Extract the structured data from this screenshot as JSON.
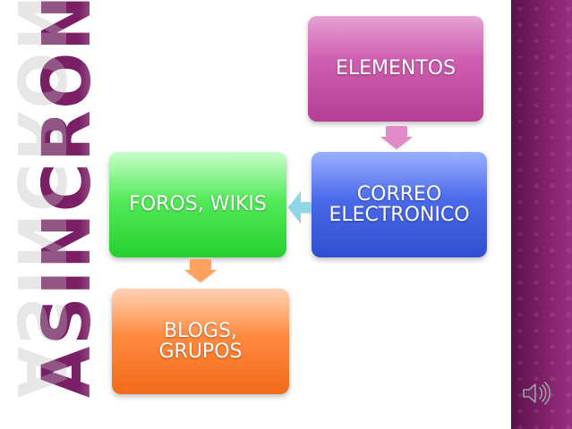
{
  "title_vertical": "ASINCRONI",
  "boxes": {
    "elementos": "ELEMENTOS",
    "correo_line1": "CORREO",
    "correo_line2": "ELECTRONICO",
    "foros": "FOROS, WIKIS",
    "blogs_line1": "BLOGS,",
    "blogs_line2": "GRUPOS"
  },
  "icons": {
    "speaker": "speaker-icon"
  },
  "colors": {
    "title": "#7a1f66",
    "strip": "#7a1d63",
    "elementos": "#c44ea4",
    "correo": "#3f5fe0",
    "foros": "#2fd636",
    "blogs": "#f57a2a"
  }
}
